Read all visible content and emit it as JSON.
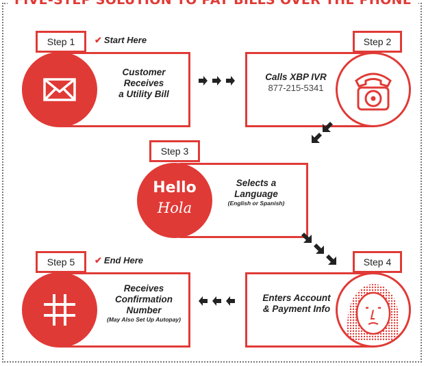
{
  "title": "FIVE-STEP SOLUTION TO PAY BILLS OVER THE PHONE",
  "start_tag": "Start Here",
  "end_tag": "End Here",
  "steps": [
    {
      "label": "Step 1",
      "line1": "Customer",
      "line2": "Receives",
      "line3": "a Utility Bill",
      "icon": "envelope-icon"
    },
    {
      "label": "Step 2",
      "line1": "Calls XBP IVR",
      "phone": "877-215-5341",
      "icon": "telephone-icon"
    },
    {
      "label": "Step 3",
      "line1": "Selects a",
      "line2": "Language",
      "note": "(English or Spanish)",
      "hello": "Hello",
      "hola": "Hola",
      "icon": "language-icon"
    },
    {
      "label": "Step 4",
      "line1": "Enters Account",
      "line2": "& Payment Info",
      "icon": "person-face-icon"
    },
    {
      "label": "Step 5",
      "line1": "Receives",
      "line2": "Confirmation",
      "line3": "Number",
      "note": "(May Also Set Up Autopay)",
      "icon": "hashtag-icon"
    }
  ],
  "colors": {
    "accent": "#e03a36",
    "text": "#222222"
  }
}
